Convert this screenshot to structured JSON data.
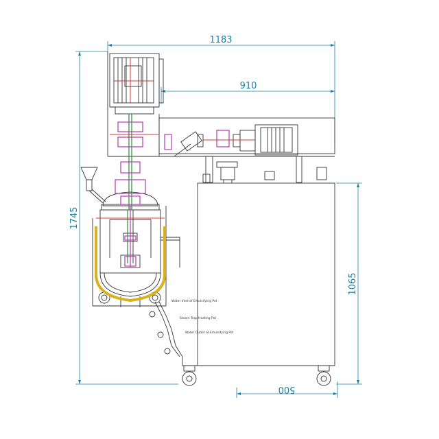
{
  "dimensions": {
    "overall_width": "1183",
    "upper_width": "910",
    "overall_height": "1745",
    "body_height": "1065",
    "base_width": "500"
  },
  "annotations": {
    "outlet_top": "Water Inlet of Emulsifying Pot",
    "outlet_mid": "Steam Trap Heating Pot",
    "outlet_bottom": "Water Outlet of Emulsifying Pot"
  },
  "colors": {
    "dimension_line": "#1a7fa8",
    "drawing_line": "#333333",
    "jacket": "#d8b21e",
    "seal": "#b23ab2",
    "shaft": "#2a8a3a",
    "pipe_red": "#d23a3a"
  }
}
